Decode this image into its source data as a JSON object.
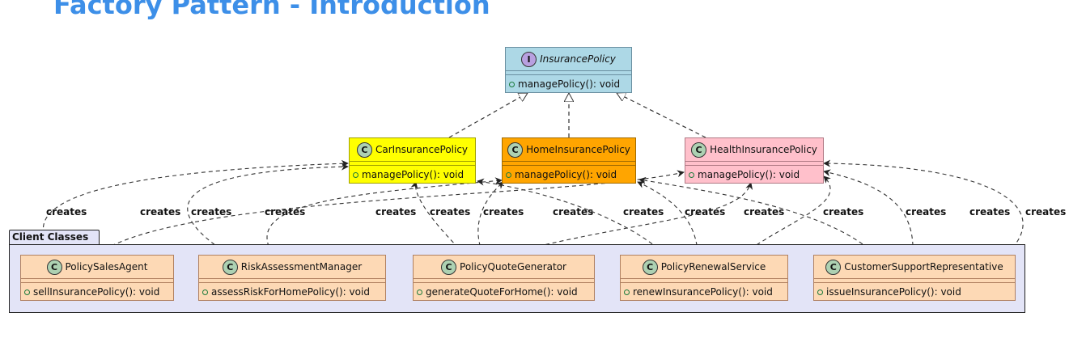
{
  "slide": {
    "title": "Factory Pattern - Introduction"
  },
  "interface": {
    "stereotype": "I",
    "name": "InsurancePolicy",
    "method": "managePolicy(): void",
    "color": "#add8e6"
  },
  "products": [
    {
      "stereotype": "C",
      "name": "CarInsurancePolicy",
      "method": "managePolicy(): void",
      "color": "#ffff00"
    },
    {
      "stereotype": "C",
      "name": "HomeInsurancePolicy",
      "method": "managePolicy(): void",
      "color": "#ffa500"
    },
    {
      "stereotype": "C",
      "name": "HealthInsurancePolicy",
      "method": "managePolicy(): void",
      "color": "#ffc0cb"
    }
  ],
  "package": {
    "name": "Client Classes",
    "color": "#e3e4f7"
  },
  "clients": [
    {
      "stereotype": "C",
      "name": "PolicySalesAgent",
      "method": "sellInsurancePolicy(): void",
      "color": "#fdd9b5"
    },
    {
      "stereotype": "C",
      "name": "RiskAssessmentManager",
      "method": "assessRiskForHomePolicy(): void",
      "color": "#fdd9b5"
    },
    {
      "stereotype": "C",
      "name": "PolicyQuoteGenerator",
      "method": "generateQuoteForHome(): void",
      "color": "#fdd9b5"
    },
    {
      "stereotype": "C",
      "name": "PolicyRenewalService",
      "method": "renewInsurancePolicy(): void",
      "color": "#fdd9b5"
    },
    {
      "stereotype": "C",
      "name": "CustomerSupportRepresentative",
      "method": "issueInsurancePolicy(): void",
      "color": "#fdd9b5"
    }
  ],
  "relation_label": "creates",
  "relations": [
    {
      "from": "PolicySalesAgent",
      "to": "CarInsurancePolicy",
      "label": "creates"
    },
    {
      "from": "PolicySalesAgent",
      "to": "HealthInsurancePolicy",
      "label": "creates"
    },
    {
      "from": "RiskAssessmentManager",
      "to": "CarInsurancePolicy",
      "label": "creates"
    },
    {
      "from": "RiskAssessmentManager",
      "to": "HomeInsurancePolicy",
      "label": "creates"
    },
    {
      "from": "PolicyQuoteGenerator",
      "to": "HomeInsurancePolicy",
      "label": "creates"
    },
    {
      "from": "PolicyQuoteGenerator",
      "to": "CarInsurancePolicy",
      "label": "creates"
    },
    {
      "from": "PolicyQuoteGenerator",
      "to": "HealthInsurancePolicy",
      "label": "creates"
    },
    {
      "from": "PolicyRenewalService",
      "to": "CarInsurancePolicy",
      "label": "creates"
    },
    {
      "from": "PolicyRenewalService",
      "to": "HomeInsurancePolicy",
      "label": "creates"
    },
    {
      "from": "PolicyRenewalService",
      "to": "HealthInsurancePolicy",
      "label": "creates"
    },
    {
      "from": "CustomerSupportRepresentative",
      "to": "HomeInsurancePolicy",
      "label": "creates"
    },
    {
      "from": "CustomerSupportRepresentative",
      "to": "HealthInsurancePolicy",
      "label": "creates"
    },
    {
      "from": "CustomerSupportRepresentative",
      "to": "HealthInsurancePolicy",
      "label": "creates"
    }
  ]
}
